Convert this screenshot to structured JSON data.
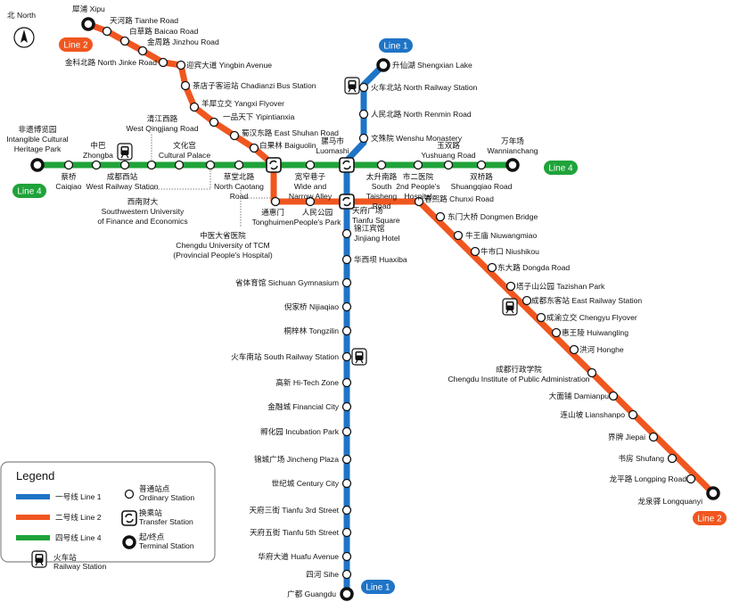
{
  "compass": {
    "label": "北 North"
  },
  "colors": {
    "line1": "#1f74c6",
    "line2": "#f0561f",
    "line4": "#1fa33a"
  },
  "badges": {
    "line1": "Line 1",
    "line2": "Line 2",
    "line4": "Line 4"
  },
  "lines": [
    {
      "id": "line1",
      "name": "Line 1",
      "stations": [
        {
          "id": "shengxian",
          "zh": "升仙湖",
          "en": "Shengxian Lake"
        },
        {
          "id": "northrail",
          "zh": "火车北站",
          "en": "North Railway Station"
        },
        {
          "id": "northrenmin",
          "zh": "人民北路",
          "en": "North Renmin Road"
        },
        {
          "id": "wenshu",
          "zh": "文殊院",
          "en": "Wenshu Monastery"
        },
        {
          "id": "luomashi",
          "zh": "骡马市",
          "en": "Luomashi"
        },
        {
          "id": "tianfusq",
          "zh": "天府广场",
          "en": "Tianfu Square"
        },
        {
          "id": "jinjiang",
          "zh": "锦江宾馆",
          "en": "Jinjiang Hotel"
        },
        {
          "id": "huaxiba",
          "zh": "华西坝",
          "en": "Huaxiba"
        },
        {
          "id": "gym",
          "zh": "省体育馆",
          "en": "Sichuan Gymnasium"
        },
        {
          "id": "nijiaqiao",
          "zh": "倪家桥",
          "en": "Nijiaqiao"
        },
        {
          "id": "tongzilin",
          "zh": "桐梓林",
          "en": "Tongzilin"
        },
        {
          "id": "southrail",
          "zh": "火车南站",
          "en": "South Railway Station"
        },
        {
          "id": "hitech",
          "zh": "高新",
          "en": "Hi-Tech Zone"
        },
        {
          "id": "financial",
          "zh": "金融城",
          "en": "Financial City"
        },
        {
          "id": "incubation",
          "zh": "孵化园",
          "en": "Incubation Park"
        },
        {
          "id": "jincheng",
          "zh": "锦城广场",
          "en": "Jincheng Plaza"
        },
        {
          "id": "century",
          "zh": "世纪城",
          "en": "Century City"
        },
        {
          "id": "tianfu3",
          "zh": "天府三街",
          "en": "Tianfu 3rd Street"
        },
        {
          "id": "tianfu5",
          "zh": "天府五街",
          "en": "Tianfu 5th Street"
        },
        {
          "id": "huafu",
          "zh": "华府大道",
          "en": "Huafu Avenue"
        },
        {
          "id": "sihe",
          "zh": "四河",
          "en": "Sihe"
        },
        {
          "id": "guangdu",
          "zh": "广都",
          "en": "Guangdu"
        }
      ]
    },
    {
      "id": "line2",
      "name": "Line 2",
      "stations": [
        {
          "id": "xipu",
          "zh": "犀浦",
          "en": "Xipu"
        },
        {
          "id": "tianhe",
          "zh": "天河路",
          "en": "Tianhe Road"
        },
        {
          "id": "baicao",
          "zh": "白草路",
          "en": "Baicao Road"
        },
        {
          "id": "jinzhou",
          "zh": "金周路",
          "en": "Jinzhou Road"
        },
        {
          "id": "northjinke",
          "zh": "金科北路",
          "en": "North Jinke Road"
        },
        {
          "id": "yingbin",
          "zh": "迎宾大道",
          "en": "Yingbin Avenue"
        },
        {
          "id": "chadianzi",
          "zh": "茶店子客运站",
          "en": "Chadianzi Bus Station"
        },
        {
          "id": "yangxi",
          "zh": "羊犀立交",
          "en": "Yangxi Flyover"
        },
        {
          "id": "yipin",
          "zh": "一品天下",
          "en": "Yipintianxia"
        },
        {
          "id": "shuhan",
          "zh": "蜀汉东路",
          "en": "East Shuhan Road"
        },
        {
          "id": "baiguolin",
          "zh": "白果林",
          "en": "Baiguolin"
        },
        {
          "id": "tonghuimen",
          "zh": "通惠门",
          "en": "Tonghuimen"
        },
        {
          "id": "peoplespark",
          "zh": "人民公园",
          "en": "People's Park"
        },
        {
          "id": "chunxi",
          "zh": "春熙路",
          "en": "Chunxi Road"
        },
        {
          "id": "dongmen",
          "zh": "东门大桥",
          "en": "Dongmen Bridge"
        },
        {
          "id": "niuwangmiao",
          "zh": "牛王庙",
          "en": "Niuwangmiao"
        },
        {
          "id": "niushikou",
          "zh": "牛市口",
          "en": "Niushikou"
        },
        {
          "id": "dongda",
          "zh": "东大路",
          "en": "Dongda Road"
        },
        {
          "id": "tazishan",
          "zh": "塔子山公园",
          "en": "Tazishan Park"
        },
        {
          "id": "eastrail",
          "zh": "成都东客站",
          "en": "East Railway Station"
        },
        {
          "id": "chengyu",
          "zh": "成渝立交",
          "en": "Chengyu  Flyover"
        },
        {
          "id": "huiwangling",
          "zh": "惠王陵",
          "en": "Huiwangling"
        },
        {
          "id": "honghe",
          "zh": "洪河",
          "en": "Honghe"
        },
        {
          "id": "institute",
          "zh": "成都行政学院",
          "en": "Chengdu Institute of Public Administration"
        },
        {
          "id": "damianpu",
          "zh": "大面铺",
          "en": "Damianpu"
        },
        {
          "id": "lianshanpo",
          "zh": "连山坡",
          "en": "Lianshanpo"
        },
        {
          "id": "jiepai",
          "zh": "界牌",
          "en": "Jiepai"
        },
        {
          "id": "shufang",
          "zh": "书房",
          "en": "Shufang"
        },
        {
          "id": "longping",
          "zh": "龙平路",
          "en": "Longping Road"
        },
        {
          "id": "longquanyi",
          "zh": "龙泉驿",
          "en": "Longquanyi"
        }
      ]
    },
    {
      "id": "line4",
      "name": "Line 4",
      "stations": [
        {
          "id": "intangible",
          "zh": "非遗博览园",
          "en": "Intangible Cultural\nHeritage Park"
        },
        {
          "id": "caiqiao",
          "zh": "蔡桥",
          "en": "Caiqiao"
        },
        {
          "id": "zhongba",
          "zh": "中巴",
          "en": "Zhongba"
        },
        {
          "id": "westrail",
          "zh": "成都西站",
          "en": "West Railway Station"
        },
        {
          "id": "qingjiang",
          "zh": "清江西路",
          "en": "West Qingjiang Road"
        },
        {
          "id": "culturalpalace",
          "zh": "文化宫",
          "en": "Cultural Palace"
        },
        {
          "id": "swufe",
          "zh": "西南财大",
          "en": "Southwestern University\nof Finance and Economics"
        },
        {
          "id": "northcaotang",
          "zh": "草堂北路",
          "en": "North Caotang\nRoad"
        },
        {
          "id": "widenarrow",
          "zh": "宽窄巷子",
          "en": "Wide and\nNarrow Alley"
        },
        {
          "id": "southtaisheng",
          "zh": "太升南路",
          "en": "South\nTaisheng\nRoad"
        },
        {
          "id": "secondpeoples",
          "zh": "市二医院",
          "en": "2nd People's\nHospital"
        },
        {
          "id": "yushuang",
          "zh": "玉双路",
          "en": "Yushuang Road"
        },
        {
          "id": "shuangqiao",
          "zh": "双桥路",
          "en": "Shuangqiao Road"
        },
        {
          "id": "wannianchang",
          "zh": "万年场",
          "en": "Wannianchang"
        }
      ]
    }
  ],
  "notes": [
    {
      "id": "tcm",
      "zh": "中医大省医院",
      "en": "Chengdu University of TCM\n(Provincial People's Hospital)"
    }
  ],
  "legend": {
    "title": "Legend",
    "items": [
      {
        "type": "line1",
        "label": "一号线  Line 1"
      },
      {
        "type": "line2",
        "label": "二号线  Line 2"
      },
      {
        "type": "line4",
        "label": "四号线  Line 4"
      },
      {
        "type": "railway",
        "label": "火车站\nRailway Station"
      },
      {
        "type": "ordinary",
        "label": "普通站点\nOrdinary Station"
      },
      {
        "type": "transfer",
        "label": "换乘站\nTransfer Station"
      },
      {
        "type": "terminal",
        "label": "起/终点\nTerminal Station"
      }
    ]
  }
}
